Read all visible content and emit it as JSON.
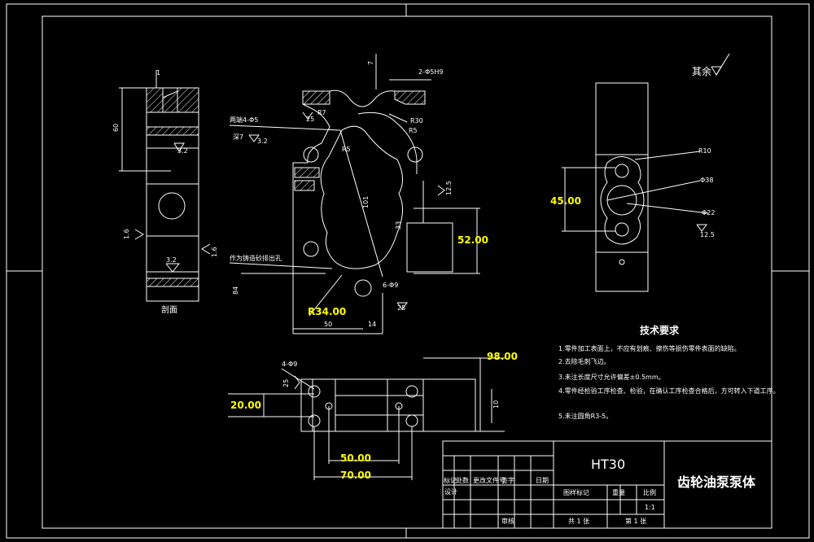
{
  "drawing": {
    "roughness_note": "其余",
    "material": "HT30",
    "part_name": "齿轮油泵泵体",
    "section_label": "剖面",
    "tech_title": "技术要求",
    "tech_items": [
      "1.零件加工表面上，不应有划痕、擦伤等损伤零件表面的缺陷。",
      "2.去除毛刺飞边。",
      "3.未注长度尺寸允许偏差±0.5mm。",
      "4.零件经检验工序检查、检验，在确认工序检查合格后，方可转入下道工序。",
      "5.未注圆角R3-5。"
    ],
    "dims_yellow": {
      "d45": "45.00",
      "d52": "52.00",
      "r34": "R34.00",
      "d98": "98.00",
      "d20": "20.00",
      "d50": "50.00",
      "d70": "70.00"
    },
    "dims_white": {
      "d1": "1",
      "d60": "60",
      "d32a": "3.2",
      "d16a": "1.6",
      "d16b": "1.6",
      "d32b": "3.2",
      "d7": "7",
      "d2phi": "2-Φ5H9",
      "r7": "R7",
      "d25a": "25",
      "r30": "R30",
      "r5": "R5",
      "holes": "两端4-Φ5",
      "deep": "深7",
      "d32c": "3.2",
      "r5b": "R5",
      "d101": "101",
      "d125a": "12.5",
      "d33": "33",
      "d6phi": "6-Φ9",
      "d25b": "25",
      "note_hole": "作为铸造砂排出孔",
      "d84": "84",
      "d50w": "50",
      "d14": "14",
      "r10": "R10",
      "phi38": "Φ38",
      "phi22": "Φ22",
      "d125b": "12.5",
      "d4phi": "4-Φ9",
      "d25c": "25",
      "d10": "10"
    },
    "title_block": {
      "headers": [
        "标记",
        "处数",
        "更改文件号",
        "签字",
        "日期"
      ],
      "design": "设计",
      "check": "审核",
      "stage_label": "图样标记",
      "weight_label": "重量",
      "scale_label": "比例",
      "scale_value": "1:1",
      "sheets_total": "共 1 张",
      "sheet_no": "第 1 张"
    }
  }
}
